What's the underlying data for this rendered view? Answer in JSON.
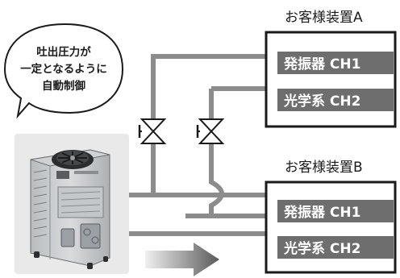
{
  "bubble": {
    "line1": "吐出圧力が",
    "line2": "一定となるように",
    "line3": "自動制御"
  },
  "deviceA": {
    "title": "お客様装置A",
    "ch1": "発振器 CH1",
    "ch2": "光学系 CH2"
  },
  "deviceB": {
    "title": "お客様装置B",
    "ch1": "発振器 CH1",
    "ch2": "光学系 CH2"
  },
  "colors": {
    "pipe": "#8c8c8c",
    "channel_label": "#6e6e6e",
    "box_border": "#1a1a1a",
    "chiller_panel": "#e9e9e9"
  }
}
